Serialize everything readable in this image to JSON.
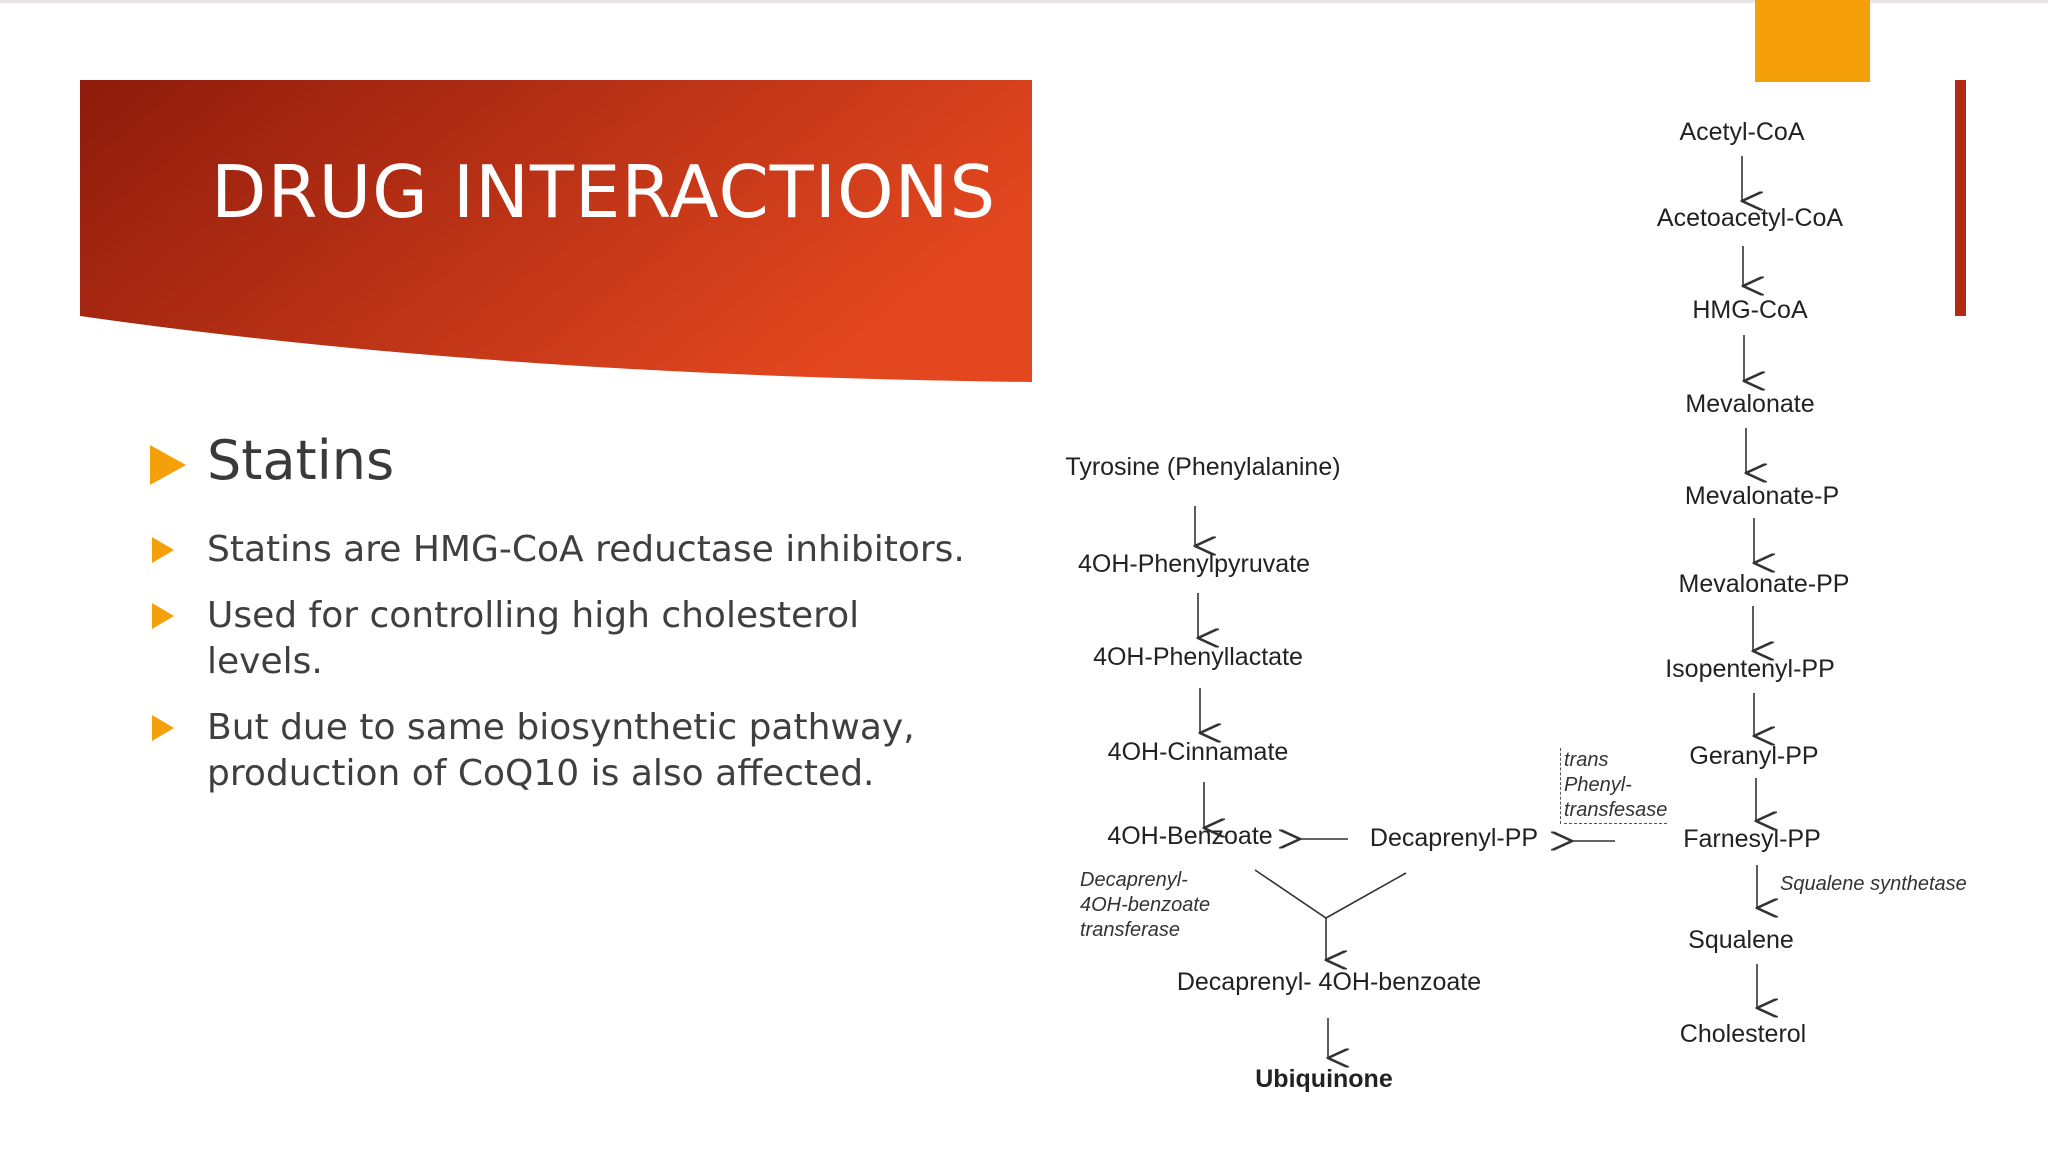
{
  "colors": {
    "banner_dark": "#8e1b0c",
    "banner_light": "#e2471f",
    "accent_orange": "#f5a00b",
    "text_dark": "#3f3f3f",
    "diagram_text": "#222222"
  },
  "slide": {
    "title": "DRUG INTERACTIONS",
    "heading": "Statins",
    "bullets": [
      "Statins are HMG-CoA reductase inhibitors.",
      "Used for controlling high cholesterol levels.",
      "But due to same biosynthetic pathway, production of CoQ10 is also affected."
    ]
  },
  "pathway": {
    "mevalonate_branch": [
      "Acetyl-CoA",
      "Acetoacetyl-CoA",
      "HMG-CoA",
      "Mevalonate",
      "Mevalonate-P",
      "Mevalonate-PP",
      "Isopentenyl-PP",
      "Geranyl-PP",
      "Farnesyl-PP",
      "Squalene",
      "Cholesterol"
    ],
    "aromatic_branch": [
      "Tyrosine (Phenylalanine)",
      "4OH-Phenylpyruvate",
      "4OH-Phenyllactate",
      "4OH-Cinnamate",
      "4OH-Benzoate"
    ],
    "decaprenyl_pp": "Decaprenyl-PP",
    "condensation_product": "Decapreny‌l- 4OH-benzoate",
    "final_product": "Ubiquinone",
    "enzymes": {
      "trans_prenyl": [
        "trans",
        "Phenyl-",
        "transfesase"
      ],
      "squalene": "Squalene synthetase",
      "decaprenyl_transferase": [
        "Decaprenyl-",
        "4OH-benzoate",
        "transferase"
      ]
    }
  }
}
